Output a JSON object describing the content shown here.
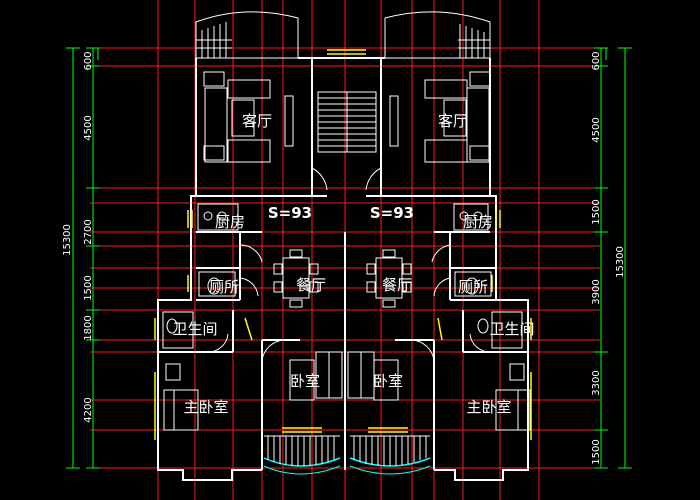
{
  "colors": {
    "background": "#000000",
    "wall": "#ffffff",
    "grid": "#ff1a1a",
    "dimension": "#00ff00",
    "window": "#ffff00",
    "stairs": "#ffffff",
    "balcony": "#00ffff",
    "furniture": "#ffffff"
  },
  "rooms": {
    "living_left": "客厅",
    "living_right": "客厅",
    "kitchen_left": "厨房",
    "kitchen_right": "厨房",
    "dining_left": "餐厅",
    "dining_right": "餐厅",
    "wc_left": "厕所",
    "wc_right": "厕所",
    "bath_left": "卫生间",
    "bath_right": "卫生间",
    "bedroom_left": "卧室",
    "bedroom_right": "卧室",
    "master_left": "主卧室",
    "master_right": "主卧室"
  },
  "area_labels": {
    "left": "S=93",
    "right": "S=93"
  },
  "dimensions": {
    "left_segments": [
      "600",
      "4500",
      "2700",
      "1500",
      "1800",
      "4200"
    ],
    "left_total": "15300",
    "right_segments": [
      "600",
      "4500",
      "1500",
      "3900",
      "3300",
      "1500"
    ],
    "right_total": "15300"
  }
}
